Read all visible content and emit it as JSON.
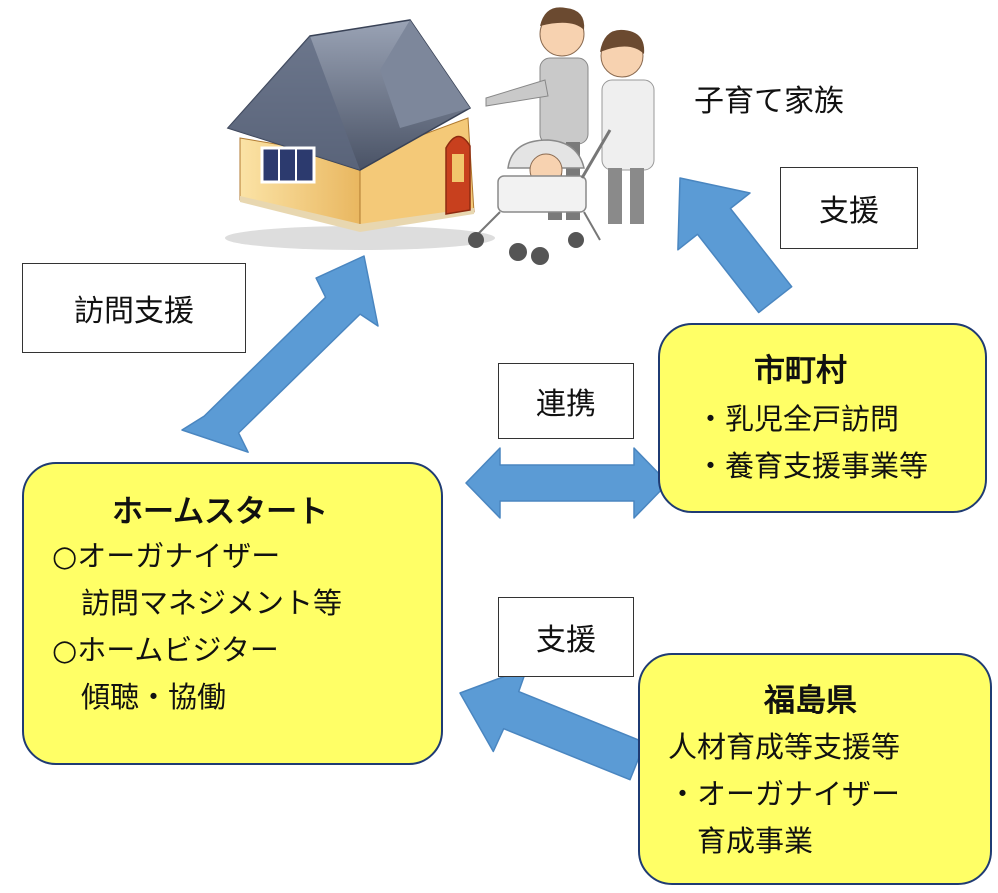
{
  "family": {
    "label": "子育て家族"
  },
  "arrow_labels": {
    "visit_support": "訪問支援",
    "support_top": "支援",
    "cooperation": "連携",
    "support_bottom": "支援"
  },
  "home_start": {
    "title": "ホームスタート",
    "lines": [
      "○オーガナイザー",
      "　訪問マネジメント等",
      "○ホームビジター",
      "　傾聴・協働"
    ]
  },
  "municipality": {
    "title": "市町村",
    "lines": [
      "・乳児全戸訪問",
      "・養育支援事業等"
    ]
  },
  "prefecture": {
    "title": "福島県",
    "lines": [
      "人材育成等支援等",
      "・オーガナイザー",
      "　育成事業"
    ]
  },
  "colors": {
    "box_fill": "#ffff66",
    "box_border": "#1f3b73",
    "arrow": "#5b9bd5",
    "arrow_stroke": "#4a86c0"
  }
}
